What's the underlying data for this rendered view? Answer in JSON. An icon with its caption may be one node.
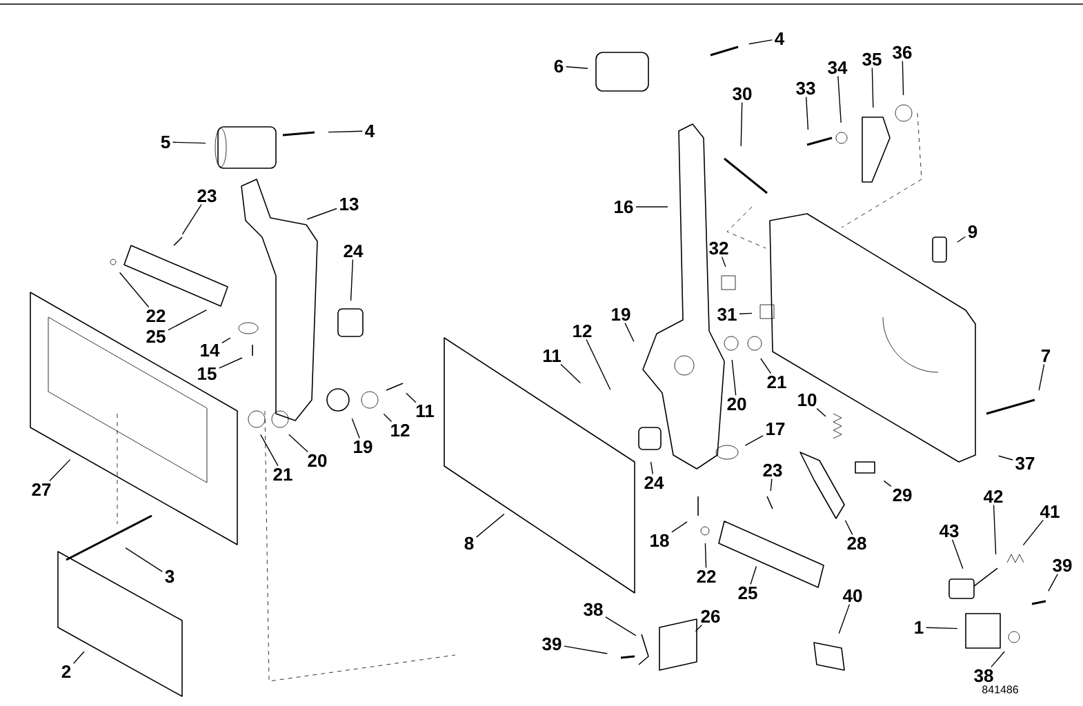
{
  "diagram": {
    "nodes": [
      {
        "text": [
          "5"
        ]
      },
      {
        "text": [
          "4"
        ]
      },
      {
        "text": [
          "23"
        ]
      },
      {
        "text": [
          "13"
        ]
      },
      {
        "text": [
          "24"
        ]
      },
      {
        "text": [
          "22"
        ]
      },
      {
        "text": [
          "25"
        ]
      },
      {
        "text": [
          "14"
        ]
      },
      {
        "text": [
          "15"
        ]
      },
      {
        "text": [
          "11"
        ]
      },
      {
        "text": [
          "12"
        ]
      },
      {
        "text": [
          "19"
        ]
      },
      {
        "text": [
          "20"
        ]
      },
      {
        "text": [
          "21"
        ]
      },
      {
        "text": [
          "27"
        ]
      },
      {
        "text": [
          "3"
        ]
      },
      {
        "text": [
          "2"
        ]
      },
      {
        "text": [
          "4"
        ]
      },
      {
        "text": [
          "6"
        ]
      },
      {
        "text": [
          "30"
        ]
      },
      {
        "text": [
          "33"
        ]
      },
      {
        "text": [
          "34"
        ]
      },
      {
        "text": [
          "35"
        ]
      },
      {
        "text": [
          "36"
        ]
      },
      {
        "text": [
          "16"
        ]
      },
      {
        "text": [
          "9"
        ]
      },
      {
        "text": [
          "32"
        ]
      },
      {
        "text": [
          "31"
        ]
      },
      {
        "text": [
          "12"
        ]
      },
      {
        "text": [
          "19"
        ]
      },
      {
        "text": [
          "11"
        ]
      },
      {
        "text": [
          "20"
        ]
      },
      {
        "text": [
          "21"
        ]
      },
      {
        "text": [
          "7"
        ]
      },
      {
        "text": [
          "10"
        ]
      },
      {
        "text": [
          "17"
        ]
      },
      {
        "text": [
          "24"
        ]
      },
      {
        "text": [
          "23"
        ]
      },
      {
        "text": [
          "37"
        ]
      },
      {
        "text": [
          "29"
        ]
      },
      {
        "text": [
          "18"
        ]
      },
      {
        "text": [
          "42"
        ]
      },
      {
        "text": [
          "41"
        ]
      },
      {
        "text": [
          "28"
        ]
      },
      {
        "text": [
          "43"
        ]
      },
      {
        "text": [
          "39"
        ]
      },
      {
        "text": [
          "8"
        ]
      },
      {
        "text": [
          "22"
        ]
      },
      {
        "text": [
          "25"
        ]
      },
      {
        "text": [
          "40"
        ]
      },
      {
        "text": [
          "26"
        ]
      },
      {
        "text": [
          "38"
        ]
      },
      {
        "text": [
          "39"
        ]
      },
      {
        "text": [
          "1"
        ]
      },
      {
        "text": [
          "38"
        ]
      }
    ],
    "edges": [
      {
        "from": 0,
        "to": null,
        "arrow": "none"
      },
      {
        "from": 1,
        "to": null,
        "arrow": "none"
      },
      {
        "from": 2,
        "to": null,
        "arrow": "none"
      },
      {
        "from": 3,
        "to": null,
        "arrow": "none"
      },
      {
        "from": 4,
        "to": null,
        "arrow": "none"
      },
      {
        "from": 5,
        "to": null,
        "arrow": "none"
      },
      {
        "from": 6,
        "to": null,
        "arrow": "none"
      },
      {
        "from": 7,
        "to": null,
        "arrow": "none"
      },
      {
        "from": 8,
        "to": null,
        "arrow": "none"
      },
      {
        "from": 9,
        "to": null,
        "arrow": "none"
      },
      {
        "from": 10,
        "to": null,
        "arrow": "none"
      },
      {
        "from": 11,
        "to": null,
        "arrow": "none"
      },
      {
        "from": 12,
        "to": null,
        "arrow": "none"
      },
      {
        "from": 13,
        "to": null,
        "arrow": "none"
      },
      {
        "from": 14,
        "to": null,
        "arrow": "none"
      },
      {
        "from": 15,
        "to": null,
        "arrow": "none"
      },
      {
        "from": 16,
        "to": null,
        "arrow": "none"
      },
      {
        "from": 17,
        "to": null,
        "arrow": "none"
      },
      {
        "from": 18,
        "to": null,
        "arrow": "none"
      },
      {
        "from": 19,
        "to": null,
        "arrow": "none"
      },
      {
        "from": 20,
        "to": null,
        "arrow": "none"
      },
      {
        "from": 21,
        "to": null,
        "arrow": "none"
      },
      {
        "from": 22,
        "to": null,
        "arrow": "none"
      },
      {
        "from": 23,
        "to": null,
        "arrow": "none"
      },
      {
        "from": 24,
        "to": null,
        "arrow": "none"
      },
      {
        "from": 25,
        "to": null,
        "arrow": "none"
      },
      {
        "from": 26,
        "to": null,
        "arrow": "none"
      },
      {
        "from": 27,
        "to": null,
        "arrow": "none"
      },
      {
        "from": 28,
        "to": null,
        "arrow": "none"
      },
      {
        "from": 29,
        "to": null,
        "arrow": "none"
      },
      {
        "from": 30,
        "to": null,
        "arrow": "none"
      },
      {
        "from": 31,
        "to": null,
        "arrow": "none"
      },
      {
        "from": 32,
        "to": null,
        "arrow": "none"
      },
      {
        "from": 33,
        "to": null,
        "arrow": "none"
      },
      {
        "from": 34,
        "to": null,
        "arrow": "none"
      },
      {
        "from": 35,
        "to": null,
        "arrow": "none"
      },
      {
        "from": 36,
        "to": null,
        "arrow": "none"
      },
      {
        "from": 37,
        "to": null,
        "arrow": "none"
      },
      {
        "from": 38,
        "to": null,
        "arrow": "none"
      },
      {
        "from": 39,
        "to": null,
        "arrow": "none"
      },
      {
        "from": 40,
        "to": null,
        "arrow": "none"
      },
      {
        "from": 41,
        "to": null,
        "arrow": "none"
      },
      {
        "from": 42,
        "to": null,
        "arrow": "none"
      },
      {
        "from": 43,
        "to": null,
        "arrow": "none"
      },
      {
        "from": 44,
        "to": null,
        "arrow": "none"
      },
      {
        "from": 45,
        "to": null,
        "arrow": "none"
      },
      {
        "from": 46,
        "to": null,
        "arrow": "none"
      },
      {
        "from": 47,
        "to": null,
        "arrow": "none"
      },
      {
        "from": 48,
        "to": null,
        "arrow": "none"
      },
      {
        "from": 49,
        "to": null,
        "arrow": "none"
      },
      {
        "from": 50,
        "to": null,
        "arrow": "none"
      },
      {
        "from": 51,
        "to": null,
        "arrow": "none"
      },
      {
        "from": 52,
        "to": null,
        "arrow": "none"
      },
      {
        "from": 53,
        "to": null,
        "arrow": "none"
      },
      {
        "from": 54,
        "to": null,
        "arrow": "none"
      }
    ],
    "labels": [
      "841486"
    ]
  }
}
